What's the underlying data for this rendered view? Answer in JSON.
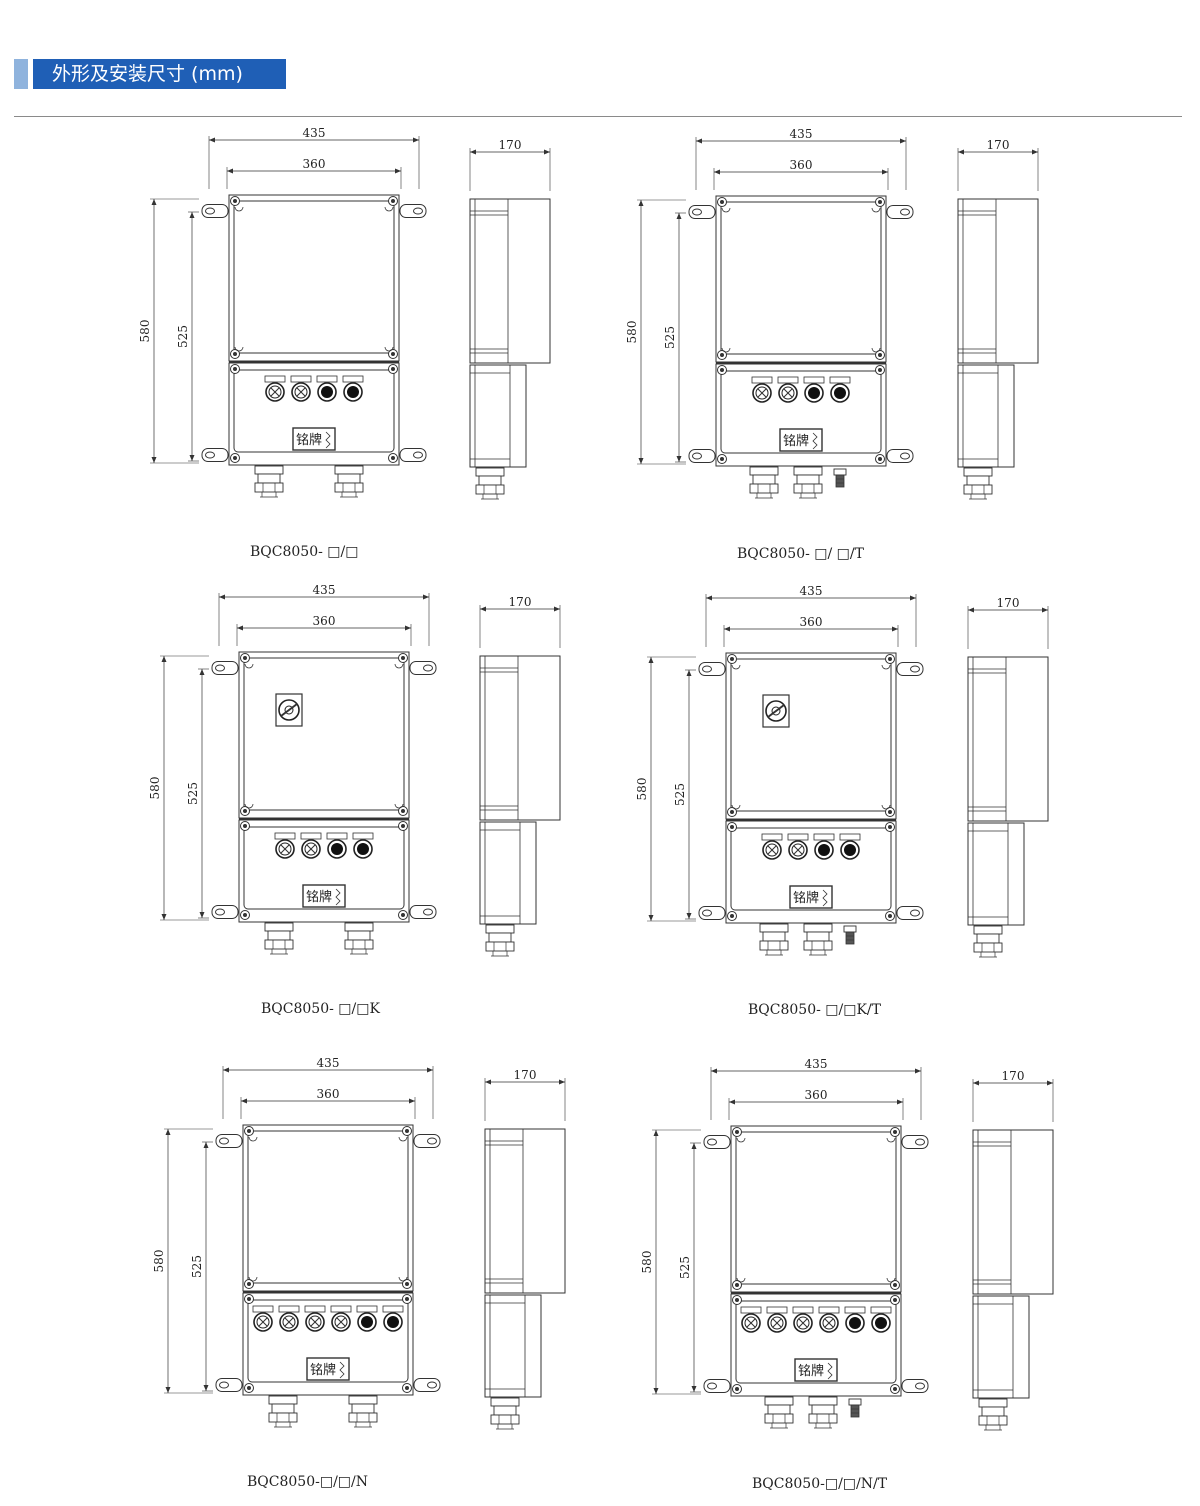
{
  "header": {
    "title": "外形及安装尺寸 (mm)",
    "accent": "#1f5fb6",
    "accent_light": "#8fb3dd"
  },
  "drawings": [
    {
      "caption": "BQC8050- □/□",
      "width": "435",
      "inner_width": "360",
      "height": "580",
      "hole_spacing": "525",
      "depth": "170",
      "switch_knob": false,
      "indicator_count": 4,
      "gland_count": 2,
      "terminal": false,
      "nameplate": "铭牌"
    },
    {
      "caption": "BQC8050- □/ □/T",
      "width": "435",
      "inner_width": "360",
      "height": "580",
      "hole_spacing": "525",
      "depth": "170",
      "switch_knob": false,
      "indicator_count": 4,
      "gland_count": 2,
      "terminal": true,
      "nameplate": "铭牌"
    },
    {
      "caption": "BQC8050- □/□K",
      "width": "435",
      "inner_width": "360",
      "height": "580",
      "hole_spacing": "525",
      "depth": "170",
      "switch_knob": true,
      "indicator_count": 4,
      "gland_count": 2,
      "terminal": false,
      "nameplate": "铭牌"
    },
    {
      "caption": "BQC8050- □/□K/T",
      "width": "435",
      "inner_width": "360",
      "height": "580",
      "hole_spacing": "525",
      "depth": "170",
      "switch_knob": true,
      "indicator_count": 4,
      "gland_count": 2,
      "terminal": true,
      "nameplate": "铭牌"
    },
    {
      "caption": "BQC8050-□/□/N",
      "width": "435",
      "inner_width": "360",
      "height": "580",
      "hole_spacing": "525",
      "depth": "170",
      "switch_knob": false,
      "indicator_count": 6,
      "gland_count": 2,
      "terminal": false,
      "nameplate": "铭牌"
    },
    {
      "caption": "BQC8050-□/□/N/T",
      "width": "435",
      "inner_width": "360",
      "height": "580",
      "hole_spacing": "525",
      "depth": "170",
      "switch_knob": false,
      "indicator_count": 6,
      "gland_count": 2,
      "terminal": true,
      "nameplate": "铭牌"
    }
  ]
}
